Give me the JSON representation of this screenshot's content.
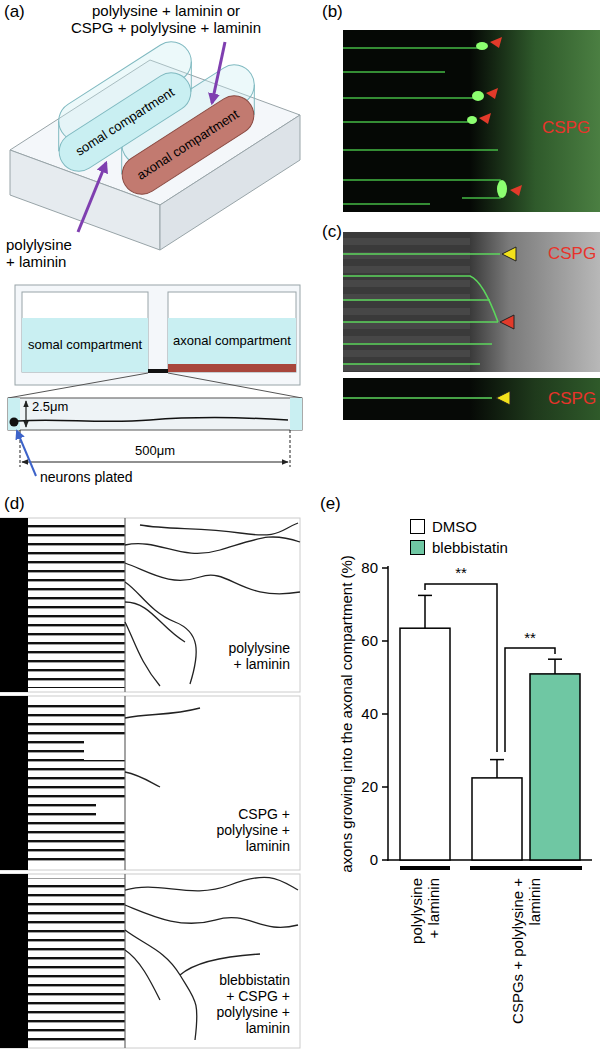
{
  "diagram": {
    "nodes": [
      {
        "text": [
          "somal compartment"
        ]
      },
      {
        "text": [
          "axonal compartment"
        ]
      },
      {
        "text": [
          "somal compartment"
        ]
      },
      {
        "text": [
          "axonal compartment"
        ]
      }
    ],
    "labels": [
      "(a)",
      "polylysine + laminin or CSPG + polylysine + laminin",
      "polylysine + laminin",
      "2.5μm",
      "500μm",
      "neurons plated",
      "(b)",
      "CSPG",
      "(c)",
      "CSPG",
      "CSPG",
      "(d)",
      "polylysine + laminin",
      "CSPG + polylysine + laminin",
      "blebbistatin + CSPG + polylysine + laminin",
      "(e)",
      "axons growing into the axonal compartment (%)",
      "80",
      "60",
      "40",
      "20",
      "0",
      "**",
      "**",
      "polylysine + laminin",
      "CSPGs + polylysine + laminin"
    ],
    "legend": [
      {
        "text": "DMSO",
        "color": "#ffffff"
      },
      {
        "text": "blebbistatin",
        "color": "#6fc7a3"
      }
    ]
  }
}
